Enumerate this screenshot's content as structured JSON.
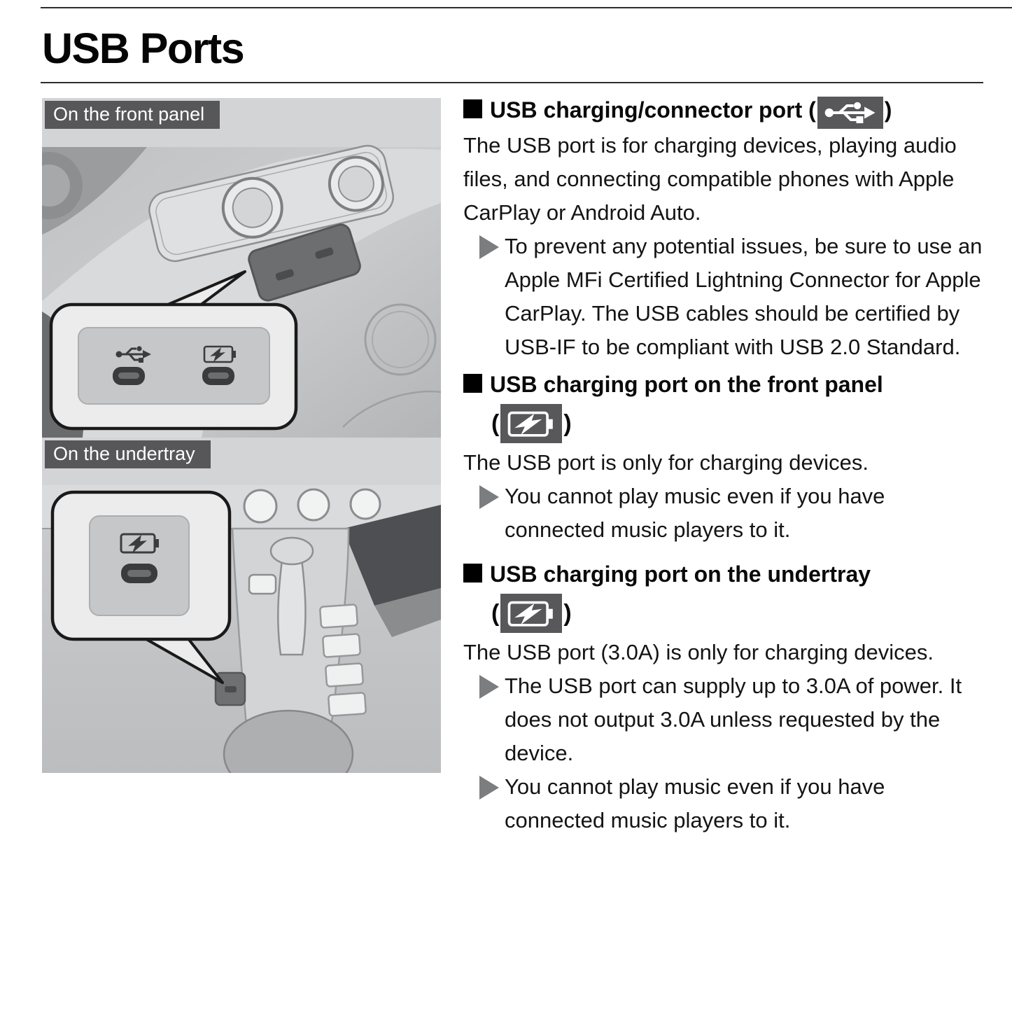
{
  "page": {
    "title": "USB Ports"
  },
  "colors": {
    "label_bg": "#57575a",
    "icon_bg": "#58585a",
    "bullet_gray": "#7c7d7f",
    "panel_bg": "#d3d4d5"
  },
  "figures": [
    {
      "label": "On the front panel"
    },
    {
      "label": "On the undertray"
    }
  ],
  "sections": [
    {
      "heading_pre": "USB charging/connector port (",
      "heading_post": ")",
      "icon": "usb-symbol",
      "paragraph": "The USB port is for charging devices, playing audio files, and connecting compatible phones with Apple CarPlay or Android Auto.",
      "bullets": [
        "To prevent any potential issues, be sure to use an Apple MFi Certified Lightning Connector for Apple CarPlay. The USB cables should be certified by USB-IF to be compliant with USB 2.0 Standard."
      ]
    },
    {
      "heading": "USB charging port on the front panel",
      "paren_open": "(",
      "paren_close": ")",
      "icon": "battery-charging",
      "paragraph": "The USB port is only for charging devices.",
      "bullets": [
        "You cannot play music even if you have connected music players to it."
      ]
    },
    {
      "heading": "USB charging port on the undertray",
      "paren_open": "(",
      "paren_close": ")",
      "icon": "battery-charging",
      "paragraph": "The USB port (3.0A) is only for charging devices.",
      "bullets": [
        "The USB port can supply up to 3.0A of power. It does not output 3.0A unless requested by the device.",
        "You cannot play music even if you have connected music players to it."
      ]
    }
  ]
}
